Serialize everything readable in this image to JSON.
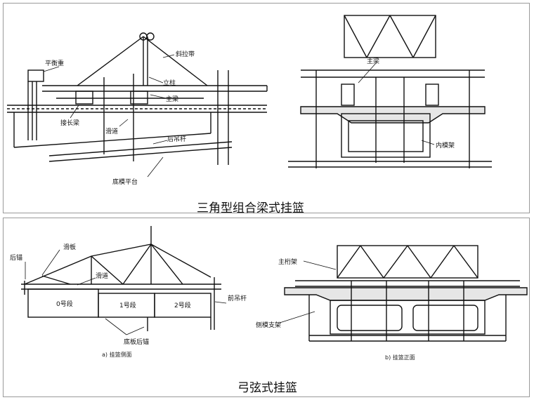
{
  "top_caption": "三角型组合梁式挂篮",
  "bottom_caption": "弓弦式挂篮",
  "triangle_side_labels": {
    "balance_weight": "平衡重",
    "stay": "斜拉带",
    "column": "立柱",
    "main_beam": "主梁",
    "extension_beam": "接长梁",
    "slide_way": "滑道",
    "rear_hanger": "后吊杆",
    "bottom_platform": "底模平台"
  },
  "triangle_front_labels": {
    "main_beam": "主梁",
    "inner_form": "内模架"
  },
  "bow_side_labels": {
    "slide_plate": "滑板",
    "rear_anchor": "后锚",
    "slide_way": "滑道",
    "seg0": "0号段",
    "seg1": "1号段",
    "seg2": "2号段",
    "front_hanger": "前吊杆",
    "bottom_rear_anchor": "底板后锚",
    "sub_caption": "a) 挂篮侧面"
  },
  "bow_front_labels": {
    "main_truss": "主桁架",
    "side_form": "侧模支架",
    "sub_caption": "b) 挂篮正面"
  }
}
